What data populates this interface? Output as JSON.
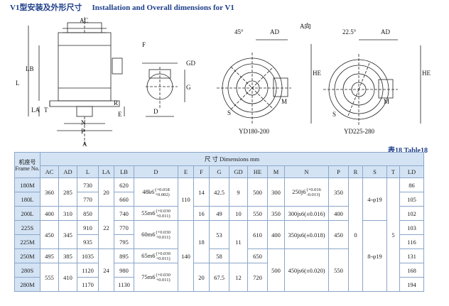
{
  "heading": {
    "cn": "V1型安装及外形尺寸",
    "en": "Installation and Overall dimensions for V1"
  },
  "drawing_labels": {
    "AC": "AC",
    "L": "L",
    "LB": "LB",
    "LA": "LA",
    "T": "T",
    "E": "E",
    "R": "R",
    "N": "N",
    "P": "P",
    "A_marker": "A",
    "F": "F",
    "GD": "GD",
    "G": "G",
    "D": "D",
    "angle1": "45°",
    "angle2": "22.5°",
    "AD": "AD",
    "A_view": "A向",
    "HE": "HE",
    "M": "M",
    "S": "S",
    "caption1": "YD180-200",
    "caption2": "YD225-280"
  },
  "table_caption": "表18 Table18",
  "table": {
    "frame_header_cn": "机座号",
    "frame_header_en": "Frame No.",
    "dims_header": "尺 寸 Dimensions mm",
    "columns": [
      "AC",
      "AD",
      "L",
      "LA",
      "LB",
      "D",
      "E",
      "F",
      "G",
      "GD",
      "HE",
      "M",
      "N",
      "P",
      "R",
      "S",
      "T",
      "LD"
    ],
    "frames": [
      "180M",
      "180L",
      "200L",
      "225S",
      "225M",
      "250M",
      "280S",
      "280M"
    ],
    "AC": [
      "360",
      "400",
      "450",
      "495",
      "555"
    ],
    "AD": [
      "285",
      "310",
      "345",
      "385",
      "410"
    ],
    "L": [
      "730",
      "770",
      "850",
      "910",
      "935",
      "1035",
      "1120",
      "1170"
    ],
    "LA": [
      "20",
      "22",
      "24"
    ],
    "LB": [
      "620",
      "660",
      "740",
      "770",
      "795",
      "895",
      "980",
      "1130"
    ],
    "D": [
      {
        "base": "48k6",
        "up": "(+0.018",
        "low": "+0.002)"
      },
      {
        "base": "55m6",
        "up": "(+0.030",
        "low": "+0.011)"
      },
      {
        "base": "60m6",
        "up": "(+0.030",
        "low": "+0.011)"
      },
      {
        "base": "65m6",
        "up": "(+0.030",
        "low": "+0.011)"
      },
      {
        "base": "75m6",
        "up": "(+0.030",
        "low": "+0.011)"
      }
    ],
    "E": [
      "110",
      "140"
    ],
    "F": [
      "14",
      "16",
      "18",
      "20"
    ],
    "G": [
      "42.5",
      "49",
      "53",
      "58",
      "67.5"
    ],
    "GD": [
      "9",
      "10",
      "11",
      "12"
    ],
    "HE": [
      "500",
      "550",
      "610",
      "650",
      "720"
    ],
    "M": [
      "300",
      "350",
      "400",
      "500"
    ],
    "N": [
      {
        "base": "250j6",
        "up": "(+0.016",
        "low": "-0.013)"
      },
      {
        "base": "300js6",
        "tol": "(±0.016)"
      },
      {
        "base": "350js6",
        "tol": "(±0.018)"
      },
      {
        "base": "450js6",
        "tol": "(±0.020)"
      }
    ],
    "P": [
      "350",
      "400",
      "450",
      "550"
    ],
    "R": "0",
    "S": [
      "4-φ19",
      "8-φ19"
    ],
    "T": "5",
    "LD": [
      "86",
      "105",
      "102",
      "103",
      "116",
      "131",
      "168",
      "194"
    ]
  }
}
